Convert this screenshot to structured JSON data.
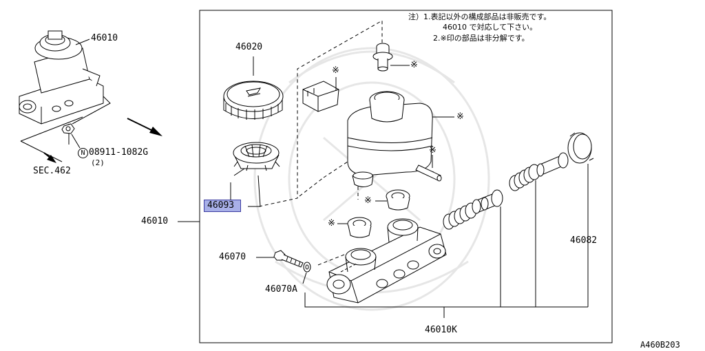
{
  "notes": {
    "line1": "注）1.表記以外の構成部品は非販売です。",
    "line2": "46010 で対応して下さい。",
    "line3": "2.※印の部品は非分解です。"
  },
  "labels": {
    "assembly_top": "46010",
    "assembly_main": "46010",
    "reservoir_cap": "46020",
    "filter": "46093",
    "bolt": "46070",
    "washer": "46070A",
    "piston_kit": "46082",
    "repair_kit": "46010K",
    "nut_prefix": "N",
    "nut_part": "08911-1082G",
    "nut_qty": "(2)",
    "section_ref": "SEC.462",
    "diagram_code": "A460B203"
  },
  "marks": {
    "non_disassembly": "※"
  },
  "colors": {
    "line": "#000000",
    "highlight_fill": "#a8b0e8",
    "highlight_border": "#3a3aa0",
    "watermark": "#e8e8e8"
  }
}
